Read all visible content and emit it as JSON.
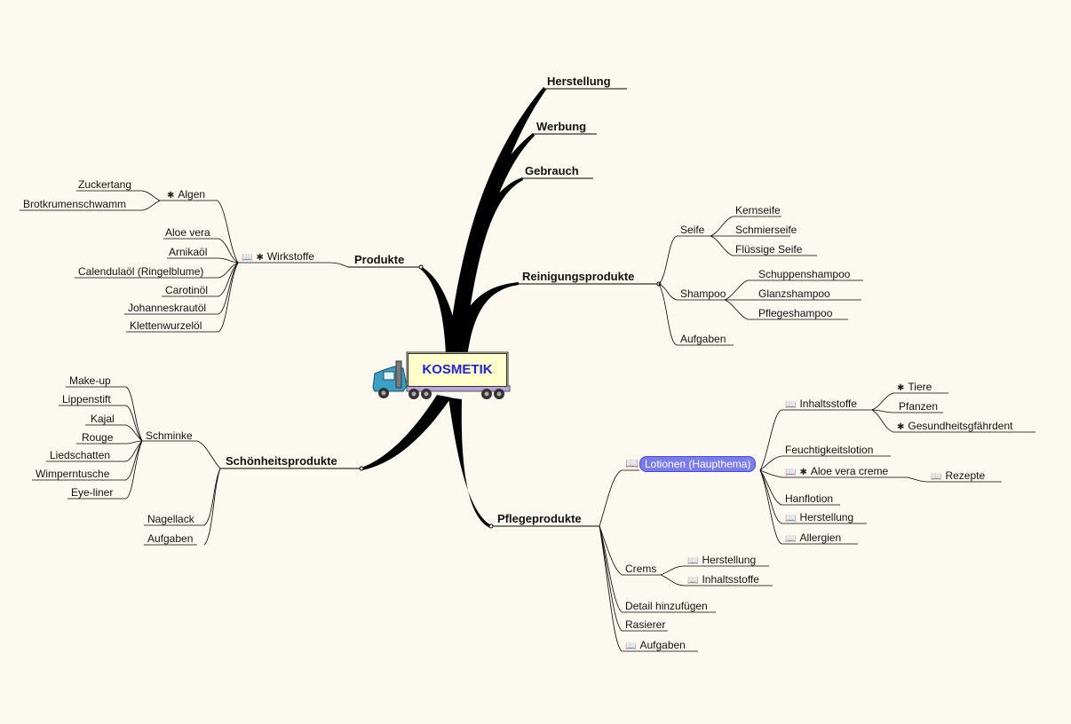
{
  "center": {
    "label": "KOSMETIK",
    "icon": "truck-icon"
  },
  "branches": {
    "herstellung": "Herstellung",
    "werbung": "Werbung",
    "gebrauch": "Gebrauch",
    "reinigung": "Reinigungsprodukte",
    "pflege": "Pflegeprodukte",
    "produkte": "Produkte",
    "schoenheit": "Schönheitsprodukte"
  },
  "reinigung": {
    "seife": "Seife",
    "seife_items": [
      "Kernseife",
      "Schmierseife",
      "Flüssige Seife"
    ],
    "shampoo": "Shampoo",
    "shampoo_items": [
      "Schuppenshampoo",
      "Glanzshampoo",
      "Pflegeshampoo"
    ],
    "aufgaben": "Aufgaben"
  },
  "pflege": {
    "lotionen": "Lotionen (Haupthema)",
    "inhaltsstoffe": "Inhaltsstoffe",
    "tiere": "Tiere",
    "pfanzen": "Pfanzen",
    "gesundheit": "Gesundheitsgfährdent",
    "feuchtigkeit": "Feuchtigkeitslotion",
    "aloe_creme": "Aloe vera creme",
    "rezepte": "Rezepte",
    "hanflotion": "Hanflotion",
    "herstellung": "Herstellung",
    "allergien": "Allergien",
    "crems": "Crems",
    "crems_herstellung": "Herstellung",
    "crems_inhalt": "Inhaltsstoffe",
    "detail": "Detail hinzufügen",
    "rasierer": "Rasierer",
    "aufgaben": "Aufgaben"
  },
  "produkte": {
    "wirkstoffe": "Wirkstoffe",
    "algen": "Algen",
    "algen_items": [
      "Zuckertang",
      "Brotkrumenschwamm"
    ],
    "wirkstoffe_items": [
      "Aloe vera",
      "Arnikaöl",
      "Calendulaöl (Ringelblume)",
      "Carotinöl",
      "Johanneskrautöl",
      "Klettenwurzelöl"
    ]
  },
  "schoenheit": {
    "schminke": "Schminke",
    "schminke_items": [
      "Make-up",
      "Lippenstift",
      "Kajal",
      "Rouge",
      "Liedschatten",
      "Wimperntusche",
      "Eye-liner"
    ],
    "nagellack": "Nagellack",
    "aufgaben": "Aufgaben"
  },
  "icons": {
    "book": "📖",
    "gear": "✱"
  },
  "colors": {
    "background": "#fbf9f0",
    "branch": "#000000",
    "selected": "#7b7bf0",
    "central_text": "#2222dd",
    "central_box": "#ffffcc"
  }
}
